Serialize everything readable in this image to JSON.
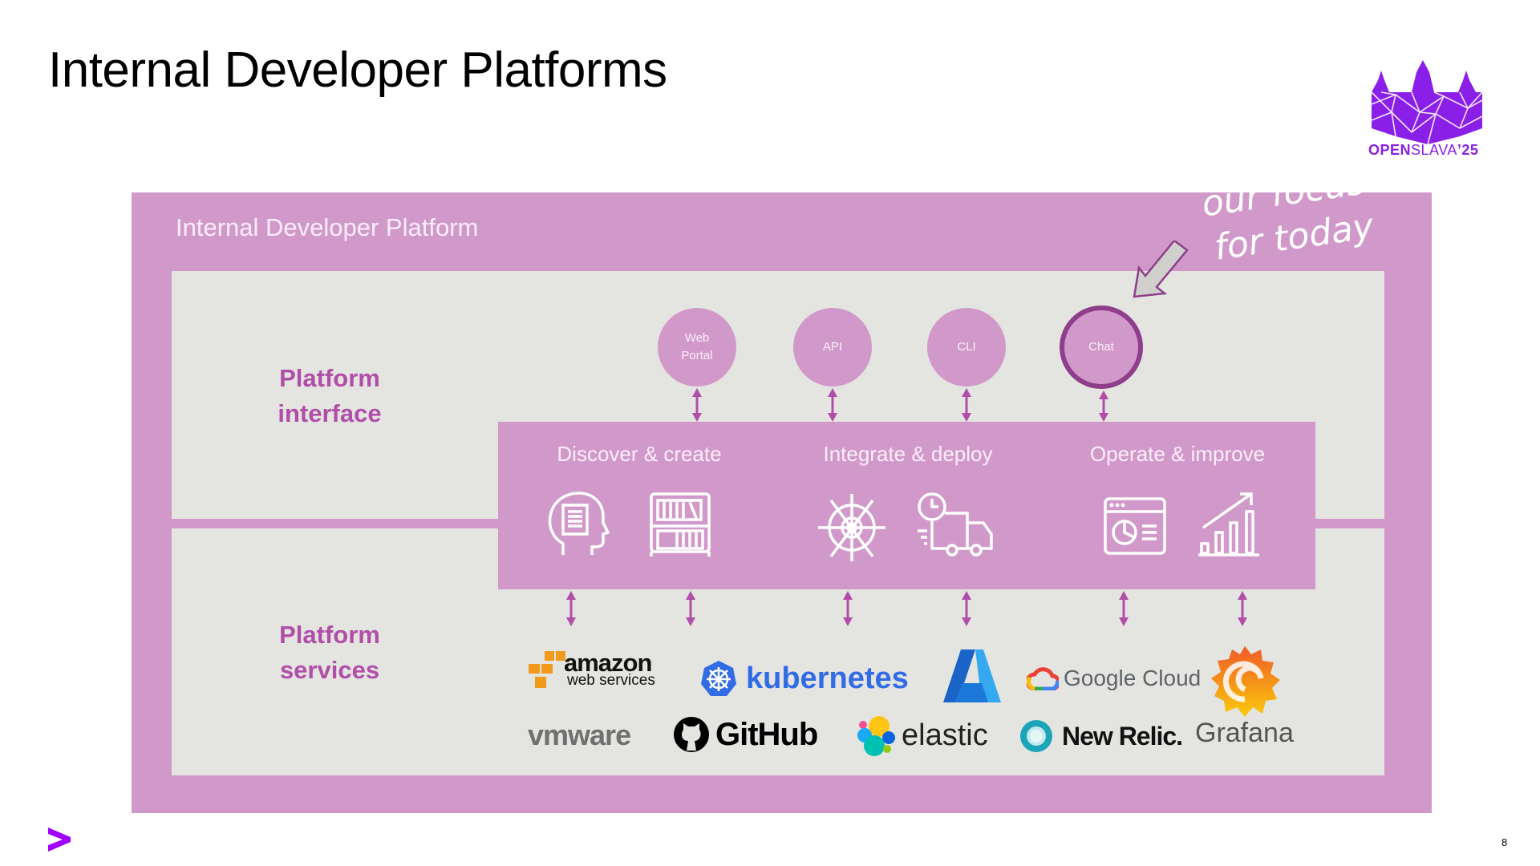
{
  "slide": {
    "title": "Internal Developer Platforms",
    "page_number": "8",
    "event_logo": {
      "name_bold": "OPEN",
      "name_light": "SLAVA",
      "year": "’25",
      "icon": "castle-icon"
    },
    "footer_logo_icon": "chevron-right-logo"
  },
  "diagram": {
    "container_label": "Internal Developer Platform",
    "annotation": {
      "line1": "our focus",
      "line2": "for today",
      "icon": "arrow-down-left-icon"
    },
    "layers": [
      {
        "line1": "Platform",
        "line2": "interface"
      },
      {
        "line1": "Platform",
        "line2": "services"
      }
    ],
    "interfaces": [
      {
        "line1": "Web",
        "line2": "Portal",
        "highlighted": false
      },
      {
        "line1": "API",
        "line2": "",
        "highlighted": true
      },
      {
        "line1": "CLI",
        "line2": "",
        "highlighted": false
      },
      {
        "line1": "Chat",
        "line2": "",
        "highlighted": true
      }
    ],
    "capabilities": [
      {
        "title": "Discover & create",
        "icons": [
          "head-document-icon",
          "bookshelf-icon"
        ]
      },
      {
        "title": "Integrate & deploy",
        "icons": [
          "helm-wheel-icon",
          "delivery-truck-clock-icon"
        ]
      },
      {
        "title": "Operate & improve",
        "icons": [
          "dashboard-window-icon",
          "growth-chart-icon"
        ]
      }
    ],
    "services": {
      "row1": [
        "amazon web services",
        "kubernetes",
        "Azure",
        "Google Cloud",
        "Grafana"
      ],
      "row2": [
        "vmware",
        "GitHub",
        "elastic",
        "New Relic.",
        "Grafana"
      ]
    },
    "logo_text": {
      "amazon": "amazon",
      "aws_sub": "web services",
      "kubernetes": "kubernetes",
      "google": "Google Cloud",
      "vmware": "vmware",
      "github": "GitHub",
      "elastic": "elastic",
      "newrelic": "New Relic.",
      "grafana": "Grafana"
    },
    "colors": {
      "frame": "#d199ca",
      "panel": "#e4e4e1",
      "accent_text": "#b14ea8",
      "focus_ring": "#8e3e8a",
      "arrow": "#b14ea8"
    }
  }
}
